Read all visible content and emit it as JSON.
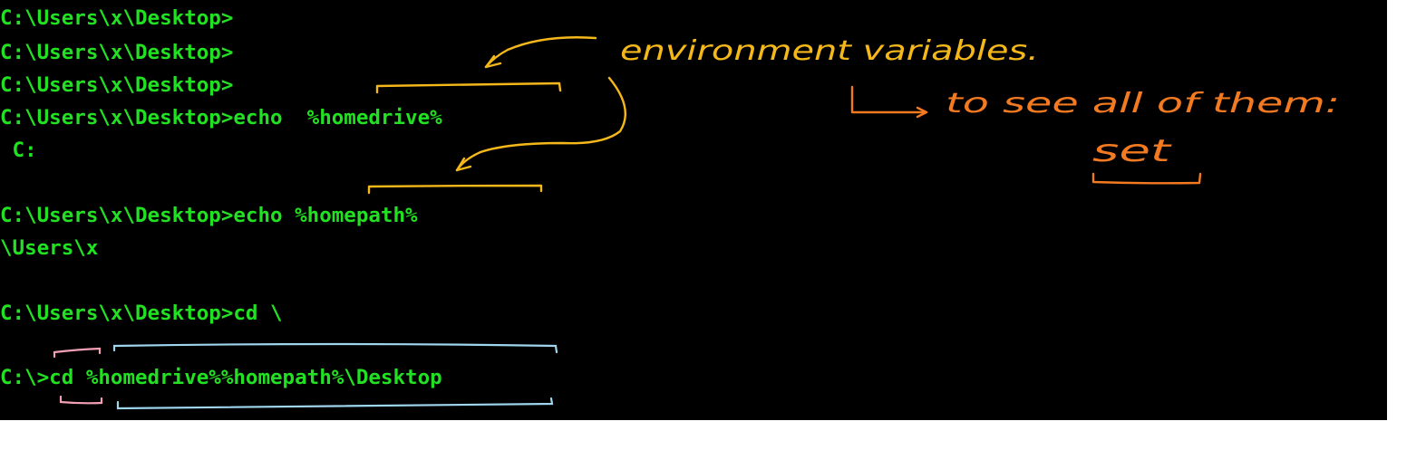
{
  "terminal": {
    "lines": [
      "C:\\Users\\x\\Desktop>",
      "C:\\Users\\x\\Desktop>",
      "C:\\Users\\x\\Desktop>",
      "C:\\Users\\x\\Desktop>echo  %homedrive%",
      " C:",
      "",
      "C:\\Users\\x\\Desktop>echo %homepath%",
      "\\Users\\x",
      "",
      "C:\\Users\\x\\Desktop>cd \\",
      "",
      "C:\\>cd %homedrive%%homepath%\\Desktop"
    ],
    "text_color": "#22e022",
    "background": "#000000"
  },
  "annotations": {
    "env_note": "environment variables.",
    "see_all_note": "to see all of them:",
    "set_command": "set",
    "colors": {
      "yellow": "#f5b81a",
      "orange": "#f37a20",
      "pink": "#f2a0b4",
      "light_blue": "#9fd6ee"
    }
  }
}
